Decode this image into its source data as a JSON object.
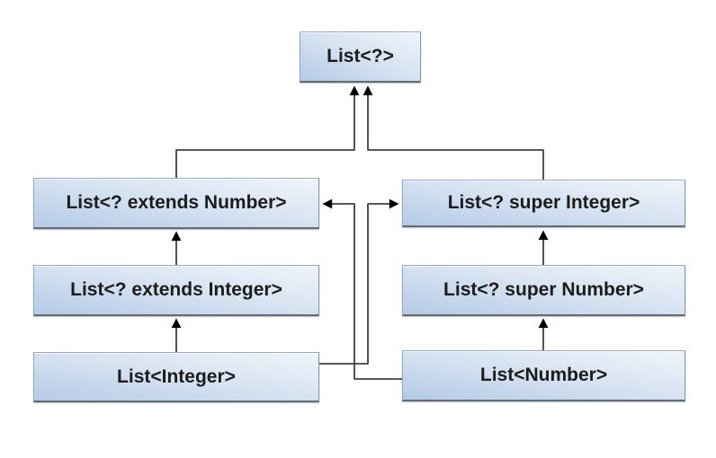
{
  "diagram": {
    "type": "hierarchy",
    "nodes": {
      "list_wildcard": {
        "label": "List<?>"
      },
      "list_extends_number": {
        "label": "List<? extends Number>"
      },
      "list_super_integer": {
        "label": "List<? super Integer>"
      },
      "list_extends_integer": {
        "label": "List<? extends Integer>"
      },
      "list_super_number": {
        "label": "List<? super Number>"
      },
      "list_integer": {
        "label": "List<Integer>"
      },
      "list_number": {
        "label": "List<Number>"
      }
    },
    "edges": [
      {
        "from": "list_extends_number",
        "to": "list_wildcard"
      },
      {
        "from": "list_super_integer",
        "to": "list_wildcard"
      },
      {
        "from": "list_extends_integer",
        "to": "list_extends_number"
      },
      {
        "from": "list_integer",
        "to": "list_extends_integer"
      },
      {
        "from": "list_super_number",
        "to": "list_super_integer"
      },
      {
        "from": "list_number",
        "to": "list_super_number"
      },
      {
        "from": "list_integer",
        "to": "list_super_integer"
      },
      {
        "from": "list_number",
        "to": "list_extends_number"
      }
    ],
    "colors": {
      "box_fill_dark": "#b4cbe6",
      "box_fill_light": "#eff4fb",
      "box_border": "#8fa9c6",
      "box_border_bottom": "#636c76",
      "connector": "#404040",
      "arrowhead": "#000000",
      "label_text": "#1c1c1c",
      "background": "#ffffff"
    }
  }
}
